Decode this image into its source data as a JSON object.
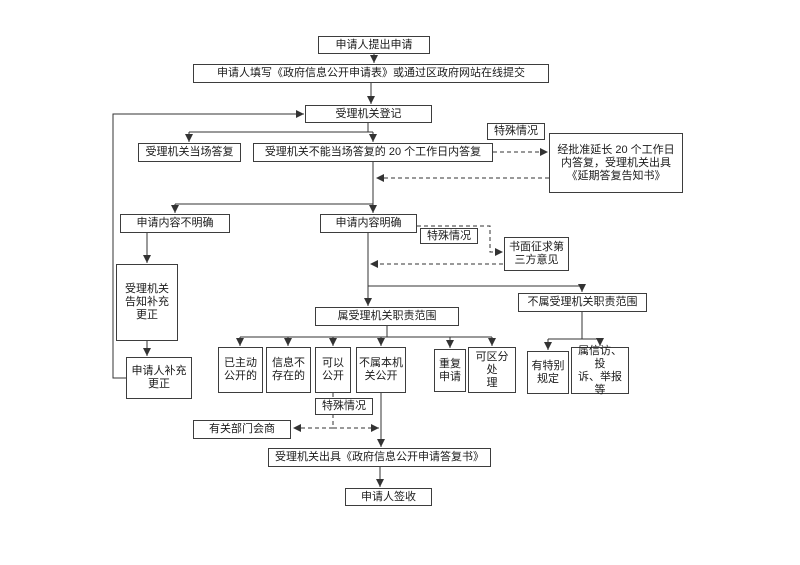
{
  "diagram": {
    "nodes": {
      "submit": {
        "label": "申请人提出申请"
      },
      "fill_form": {
        "label": "申请人填写《政府信息公开申请表》或通过区政府网站在线提交"
      },
      "register": {
        "label": "受理机关登记"
      },
      "onsite_reply": {
        "label": "受理机关当场答复"
      },
      "reply_20days": {
        "label": "受理机关不能当场答复的 20 个工作日内答复"
      },
      "special_case_1": {
        "label": "特殊情况"
      },
      "extension": {
        "label": "经批准延长 20 个工作日\n内答复，受理机关出具\n《延期答复告知书》"
      },
      "content_unclear": {
        "label": "申请内容不明确"
      },
      "content_clear": {
        "label": "申请内容明确"
      },
      "special_case_2": {
        "label": "特殊情况"
      },
      "third_party": {
        "label": "书面征求第\n三方意见"
      },
      "notify_supplement": {
        "label": "受理机关\n告知补充\n更正"
      },
      "in_scope": {
        "label": "属受理机关职责范围"
      },
      "out_of_scope": {
        "label": "不属受理机关职责范围"
      },
      "applicant_supplement": {
        "label": "申请人补充\n更正"
      },
      "already_public": {
        "label": "已主动\n公开的"
      },
      "info_not_exist": {
        "label": "信息不\n存在的"
      },
      "can_disclose": {
        "label": "可以\n公开"
      },
      "not_this_agency": {
        "label": "不属本机\n关公开"
      },
      "repeated_request": {
        "label": "重复\n申请"
      },
      "separable": {
        "label": "可区分处\n理"
      },
      "special_rules": {
        "label": "有特别\n规定"
      },
      "petition_complaint": {
        "label": "属信访、投\n诉、举报等"
      },
      "special_case_3": {
        "label": "特殊情况"
      },
      "dept_consult": {
        "label": "有关部门会商"
      },
      "reply_document": {
        "label": "受理机关出具《政府信息公开申请答复书》"
      },
      "sign_receipt": {
        "label": "申请人签收"
      }
    }
  }
}
